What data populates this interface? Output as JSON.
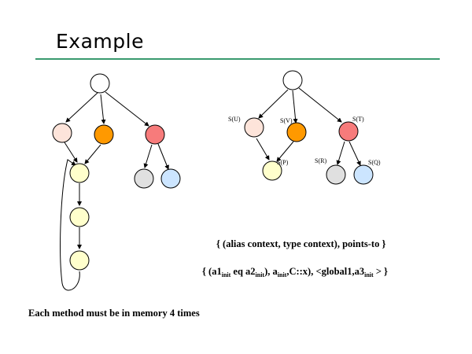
{
  "slide": {
    "title": "Example",
    "caption": "Each method must be in memory 4 times"
  },
  "formulas": {
    "line1": "{ (alias context, type context),  points-to }",
    "line2": {
      "open": "{ (a1",
      "sub1": "init",
      "eq": " eq a2",
      "sub2": "init",
      "close1": "), a",
      "sub3": "init",
      "mid": ",C::x), <global1,a3",
      "sub4": "init",
      "end": " > }"
    }
  },
  "right_graph_labels": {
    "u": "S(U)",
    "v": "S(V)",
    "t": "S(T)",
    "p": "S(P)",
    "r": "S(R)",
    "q": "S(Q)"
  },
  "colors": {
    "white": "#ffffff",
    "pink": "#fde4da",
    "orange": "#ff9900",
    "red": "#f77b7b",
    "yellow": "#ffffcc",
    "gray": "#e0e0e0",
    "blue": "#cce5ff",
    "rule": "#3a9a6e"
  }
}
